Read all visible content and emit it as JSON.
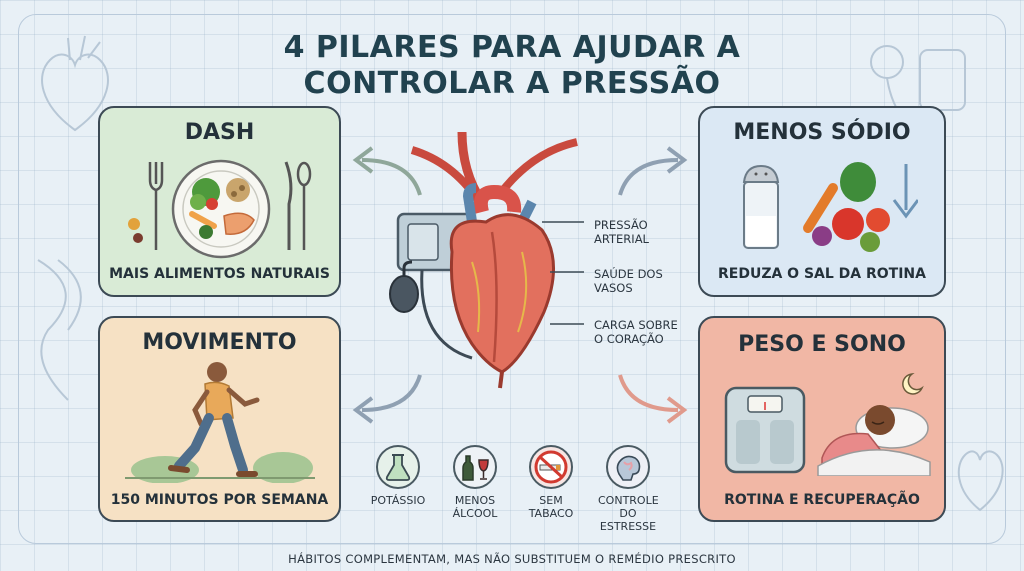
{
  "title_line1": "4 PILARES PARA AJUDAR A",
  "title_line2": "CONTROLAR A PRESSÃO",
  "cards": {
    "dash": {
      "title": "DASH",
      "caption": "MAIS ALIMENTOS NATURAIS"
    },
    "sodio": {
      "title": "MENOS SÓDIO",
      "caption": "REDUZA O SAL DA ROTINA"
    },
    "movimento": {
      "title": "MOVIMENTO",
      "caption": "150 MINUTOS POR SEMANA"
    },
    "peso": {
      "title": "PESO E SONO",
      "caption": "ROTINA E RECUPERAÇÃO"
    }
  },
  "heart_labels": [
    {
      "line1": "PRESSÃO",
      "line2": "ARTERIAL"
    },
    {
      "line1": "SAÚDE DOS",
      "line2": "VASOS"
    },
    {
      "line1": "CARGA SOBRE",
      "line2": "O CORAÇÃO"
    }
  ],
  "extras": [
    {
      "line1": "POTÁSSIO",
      "line2": "",
      "icon": "flask-icon"
    },
    {
      "line1": "MENOS",
      "line2": "ÁLCOOL",
      "icon": "wine-icon"
    },
    {
      "line1": "SEM",
      "line2": "TABACO",
      "icon": "no-smoking-icon"
    },
    {
      "line1": "CONTROLE",
      "line2": "DO ESTRESSE",
      "icon": "brain-icon"
    }
  ],
  "footer": "HÁBITOS COMPLEMENTAM, MAS NÃO SUBSTITUEM O REMÉDIO PRESCRITO",
  "colors": {
    "dash": "#d9ebd6",
    "sodio": "#dbe8f4",
    "movimento": "#f6e1c4",
    "peso": "#f1b7a5",
    "title": "#21424f"
  }
}
